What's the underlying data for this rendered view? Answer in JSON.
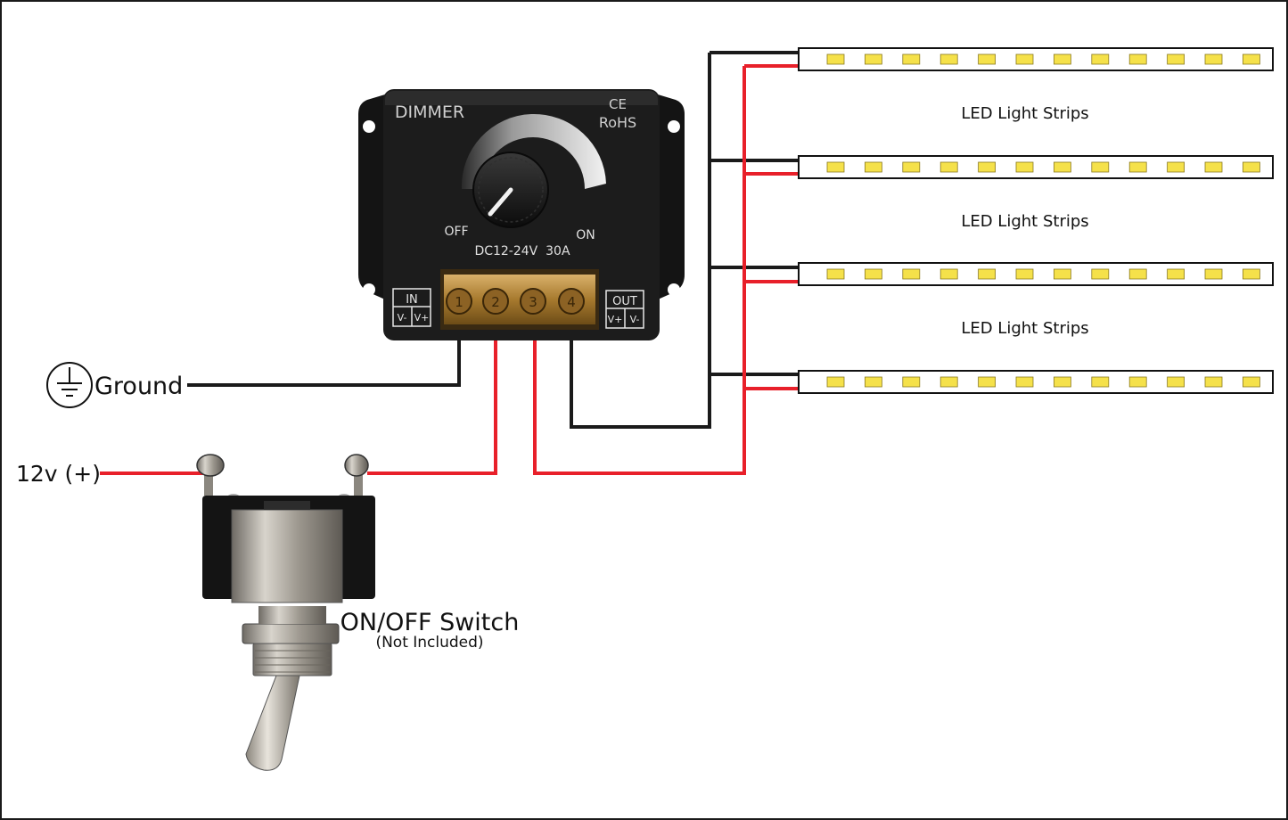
{
  "dimmer": {
    "title": "DIMMER",
    "ce_mark": "CE",
    "rohs": "RoHS",
    "off_label": "OFF",
    "on_label": "ON",
    "rating": "DC12-24V  30A",
    "terminals": [
      "1",
      "2",
      "3",
      "4"
    ],
    "in_block": {
      "title": "IN",
      "left": "V-",
      "right": "V+"
    },
    "out_block": {
      "title": "OUT",
      "left": "V+",
      "right": "V-"
    }
  },
  "labels": {
    "ground": "Ground",
    "supply": "12v (+)",
    "switch_title": "ON/OFF Switch",
    "switch_note": "(Not Included)",
    "strips": [
      "LED Light Strips",
      "LED Light Strips",
      "LED Light Strips"
    ]
  },
  "strips": {
    "count": 4,
    "leds_per_strip": 12
  },
  "colors": {
    "positive_wire": "#e8202a",
    "negative_wire": "#1a1a1a",
    "dimmer_body": "#1c1c1c",
    "led": "#f5e14a",
    "terminal_brass": "#a77a2e"
  }
}
